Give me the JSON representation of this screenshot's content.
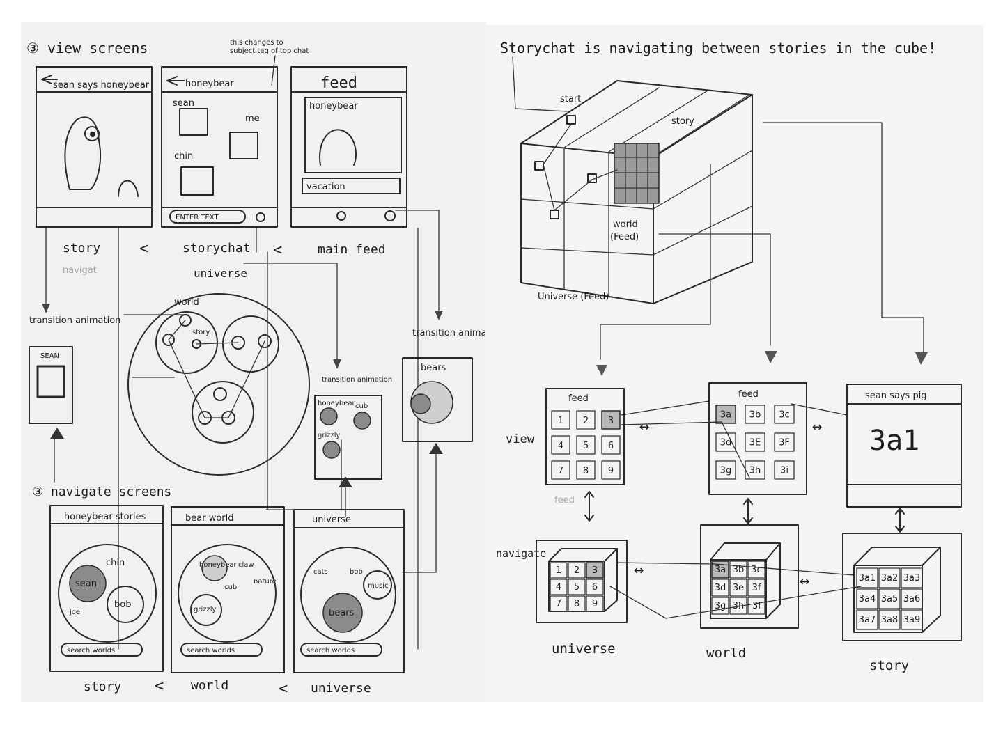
{
  "left": {
    "view_heading": "③ view screens",
    "note": [
      "this changes to",
      "subject tag of top chat"
    ],
    "phone_story_back": "sean says honeybear",
    "phone_storychat_back": "honeybear",
    "phone_storychat_names": [
      "sean",
      "me",
      "chin"
    ],
    "phone_storychat_input": "ENTER TEXT",
    "phone_feed_title": "feed",
    "phone_feed_tags": [
      "honeybear",
      "vacation"
    ],
    "label_story": "story",
    "label_storychat": "storychat",
    "label_mainfeed": "main feed",
    "chev": "<",
    "universe_label": "universe",
    "world_label": "world",
    "story_label": "story",
    "transition_label": "transition animation",
    "transition_sean": "SEAN",
    "transition_mid_labels": [
      "honeybear",
      "cub",
      "grizzly"
    ],
    "transition_bears": "bears",
    "navigate_faint": "navigat",
    "navigate_heading": "③ navigate screens",
    "nav_phone1_back": "honeybear stories",
    "nav_phone1_bubbles": [
      "chin",
      "sean",
      "bob",
      "joe"
    ],
    "nav_phone1_search": "search worlds",
    "nav_phone2_back": "bear world",
    "nav_phone2_bubbles": [
      "honeybear",
      "claw",
      "cub",
      "nature",
      "grizzly"
    ],
    "nav_phone2_search": "search worlds",
    "nav_phone3_back": "universe",
    "nav_phone3_bubbles": [
      "cats",
      "bob",
      "music",
      "bears"
    ],
    "nav_phone3_search": "search worlds",
    "nav_label_story": "story",
    "nav_label_world": "world",
    "nav_label_universe": "universe"
  },
  "right": {
    "heading": "Storychat is navigating between stories in the cube!",
    "cube_start": "start",
    "cube_story": "story",
    "cube_world": "world",
    "cube_world_sub": "(Feed)",
    "cube_universe": "Universe (Feed)",
    "view_label": "view",
    "navigate_label": "navigate",
    "faint_feed": "feed",
    "feed1_title": "feed",
    "feed1_cells": [
      "1",
      "2",
      "3",
      "4",
      "5",
      "6",
      "7",
      "8",
      "9"
    ],
    "feed2_title": "feed",
    "feed2_cells": [
      "3a",
      "3b",
      "3c",
      "3d",
      "3E",
      "3F",
      "3g",
      "3h",
      "3i"
    ],
    "story_title": "sean says pig",
    "story_big": "3a1",
    "cube1_cells": [
      "1",
      "2",
      "3",
      "4",
      "5",
      "6",
      "7",
      "8",
      "9"
    ],
    "cube2_cells": [
      "3a",
      "3b",
      "3c",
      "3d",
      "3e",
      "3f",
      "3g",
      "3h",
      "3i"
    ],
    "cube3_cells": [
      "3a1",
      "3a2",
      "3a3",
      "3a4",
      "3a5",
      "3a6",
      "3a7",
      "3a8",
      "3a9"
    ],
    "label_universe": "universe",
    "label_world": "world",
    "label_story": "story",
    "arrow_glyph": "↔"
  }
}
